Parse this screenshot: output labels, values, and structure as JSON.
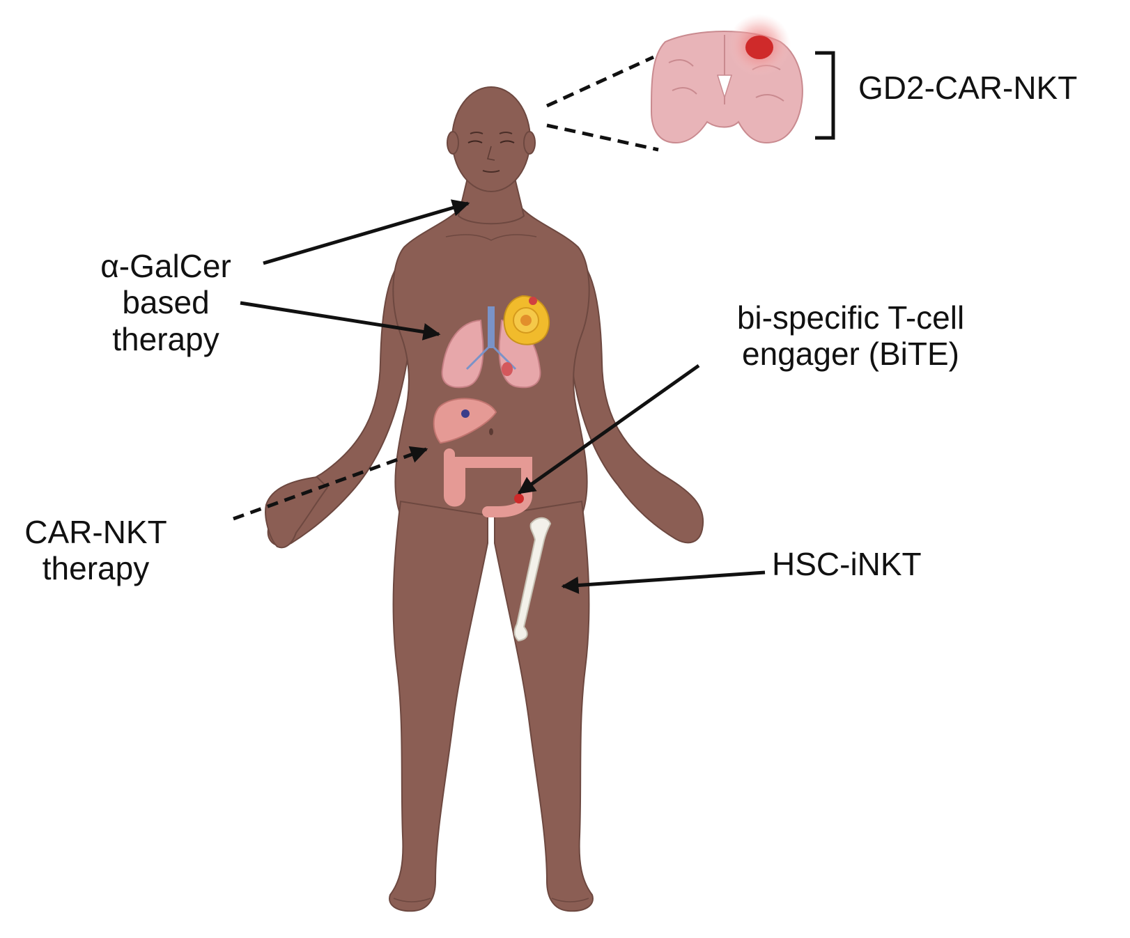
{
  "labels": {
    "gd2": "GD2-CAR-NKT",
    "agalcer": [
      "α-GalCer",
      "based",
      "therapy"
    ],
    "bite": [
      "bi-specific T-cell",
      "engager (BiTE)"
    ],
    "carnkt": [
      "CAR-NKT",
      "therapy"
    ],
    "hsc": "HSC-iNKT"
  },
  "colors": {
    "skin": "#8b5e54",
    "skin_outline": "#6d4840",
    "lung": "#e7a7aa",
    "trachea": "#7a93c8",
    "brain": "#e8b4b8",
    "tumor": "#cf2a2a",
    "breast": "#f1bb2c",
    "intestine": "#e59a95",
    "bone": "#f3f1ea",
    "arrow": "#111111"
  },
  "icons": [
    "human-body-figure",
    "brain-tumor-icon",
    "breast-tumor-icon",
    "lungs-icon",
    "liver-icon",
    "colon-icon",
    "femur-bone-icon"
  ]
}
